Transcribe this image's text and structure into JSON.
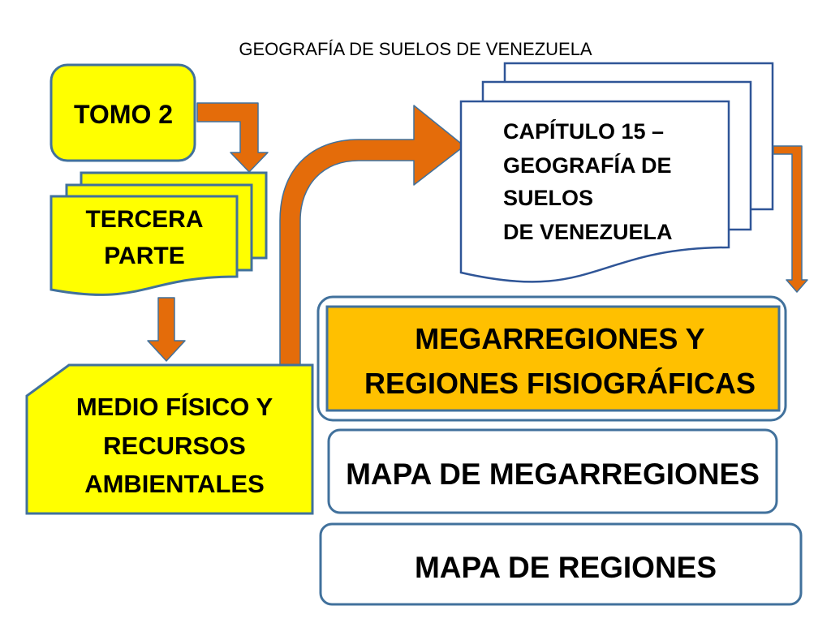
{
  "title": "GEOGRAFÍA DE SUELOS DE VENEZUELA",
  "nodes": {
    "tomo": {
      "label": "TOMO 2"
    },
    "tercera_parte": {
      "lines": [
        "TERCERA",
        "PARTE"
      ]
    },
    "medio_fisico": {
      "lines": [
        "MEDIO FÍSICO Y",
        "RECURSOS",
        "AMBIENTALES"
      ]
    },
    "capitulo": {
      "lines": [
        "CAPÍTULO 15 –",
        "GEOGRAFÍA DE",
        "SUELOS",
        "DE VENEZUELA"
      ]
    },
    "megarregiones": {
      "lines": [
        "MEGARREGIONES Y",
        "REGIONES FISIOGRÁFICAS"
      ]
    },
    "mapa_megarregiones": {
      "label": "MAPA DE MEGARREGIONES"
    },
    "mapa_regiones": {
      "label": "MAPA DE REGIONES"
    }
  },
  "colors": {
    "yellow_fill": "#FFFF00",
    "gold_fill": "#FFC000",
    "arrow_orange": "#E46C0A",
    "page_fill": "#FFFFFF"
  }
}
